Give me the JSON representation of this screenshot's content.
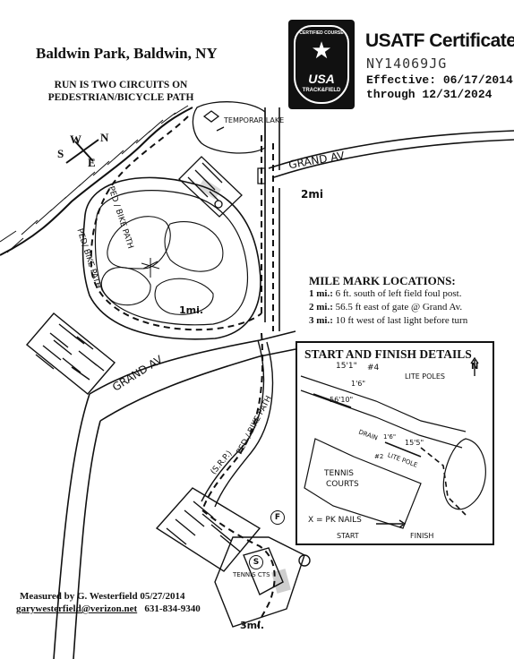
{
  "header": {
    "title": "Baldwin Park, Baldwin, NY",
    "subtitle": "RUN IS TWO CIRCUITS ON PEDESTRIAN/BICYCLE PATH"
  },
  "certificate": {
    "title": "USATF Certificate",
    "id": "NY14069JG",
    "effective": "Effective: 06/17/2014",
    "through": "through 12/31/2024",
    "logo": {
      "top_text": "CERTIFIED COURSE",
      "usa": "USA",
      "org": "TRACK&FIELD",
      "icon": "usatf-winged-logo-icon"
    }
  },
  "compass": {
    "n": "N",
    "s": "S",
    "e": "E",
    "w": "W"
  },
  "map_labels": {
    "grand_av_top": "GRAND AV",
    "grand_av_left": "GRAND AV",
    "ped_bike_path_1": "PED / BIKE PATH",
    "ped_bike_path_2": "PED/ BIKE PATH",
    "ped_bike_path_3": "PED / BIKE PATH",
    "temporary_lake": "TEMPORAR LAKE",
    "srp": "(S.R.P.)",
    "tennis_cts": "TENNIS CTS",
    "mile1": "1mi.",
    "mile2": "2mi",
    "mile3": "3mi.",
    "start_marker": "S",
    "finish_marker": "F"
  },
  "mile_marks": {
    "heading": "MILE MARK LOCATIONS:",
    "items": [
      {
        "label": "1 mi.:",
        "text": " 6 ft. south of left field foul post."
      },
      {
        "label": "2 mi.:",
        "text": " 56.5 ft east of gate @ Grand Av."
      },
      {
        "label": "3 mi.:",
        "text": " 10 ft west of last light before turn"
      }
    ]
  },
  "inset": {
    "title": "START AND FINISH DETAILS",
    "labels": {
      "dim1": "15'1\"",
      "pole4": "#4",
      "lite_poles": "LITE POLES",
      "dim2": "1'6\"",
      "dim3": "56'10\"",
      "drain": "DRAIN",
      "dim4": "1'6\"",
      "dim5": "15'5\"",
      "pole2": "#2",
      "lite_pole": "LITE POLE",
      "tennis": "TENNIS",
      "courts": "COURTS",
      "pk_nails": "X = PK NAILS",
      "start": "START",
      "finish": "FINISH",
      "n": "N"
    }
  },
  "footer": {
    "measured": "Measured by G. Westerfield 05/27/2014",
    "email": "garywesterfield@verizon.net",
    "phone": "631-834-9340"
  }
}
